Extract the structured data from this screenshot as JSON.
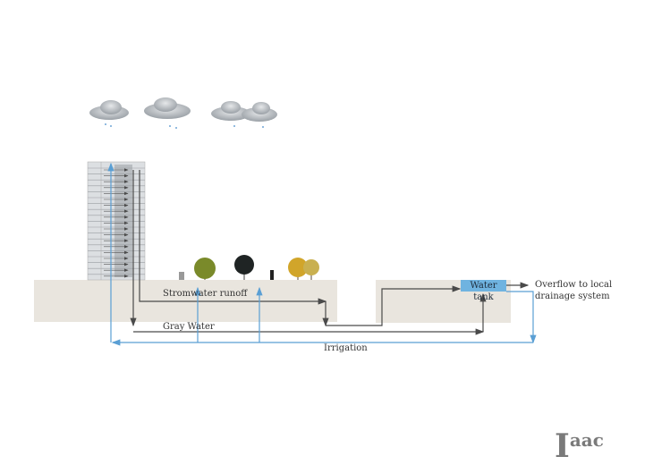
{
  "labels": {
    "stormwater": "Stromwater runoff",
    "graywater": "Gray Water",
    "irrigation": "Irrigation",
    "water_tank": "Water tank",
    "overflow_line1": "Overflow to local",
    "overflow_line2": "drainage system"
  },
  "logo": {
    "main": "I",
    "rest": "aac"
  },
  "colors": {
    "gray_flow": "#4a4a4a",
    "blue_flow": "#5a9fd4",
    "tank": "#6fb3e0",
    "ground": "#e9e5de"
  }
}
